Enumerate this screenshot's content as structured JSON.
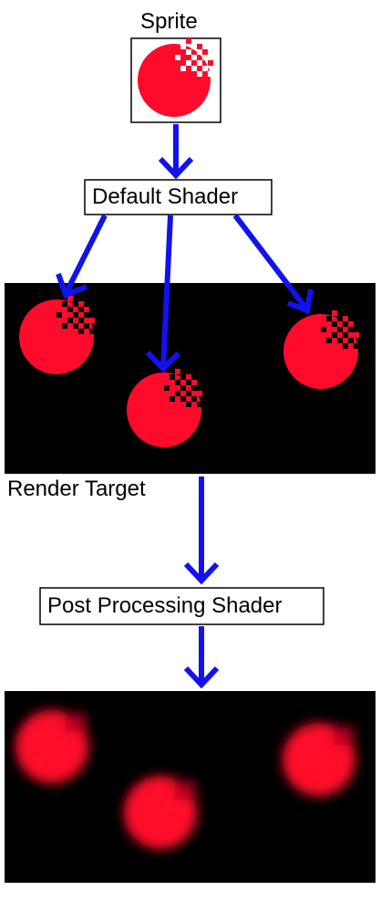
{
  "labels": {
    "sprite": "Sprite",
    "default_shader": "Default Shader",
    "render_target": "Render Target",
    "post_processing_shader": "Post Processing Shader"
  },
  "colors": {
    "arrow": "#1212ee",
    "sprite_fill": "#ff0a2a",
    "panel": "#000000"
  },
  "icons": [
    "sprite-circle-icon",
    "arrow-icon"
  ]
}
